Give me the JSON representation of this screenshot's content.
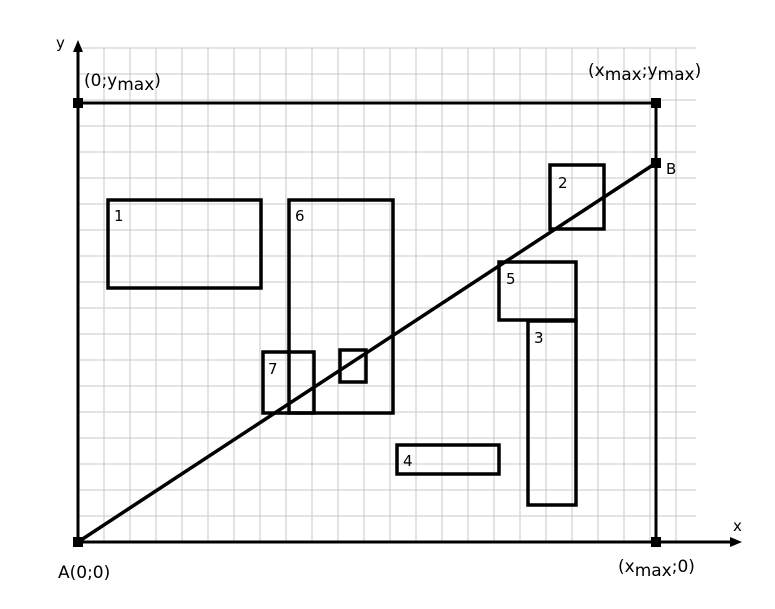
{
  "axes": {
    "x_label": "x",
    "y_label": "y"
  },
  "corners": {
    "top_left": "(0;y",
    "top_left_sub": "max",
    "top_left_end": ")",
    "top_right": "(x",
    "top_right_sub1": "max",
    "top_right_mid": ";y",
    "top_right_sub2": "max",
    "top_right_end": ")",
    "bottom_right": "(x",
    "bottom_right_sub": "max",
    "bottom_right_end": ";0)",
    "origin": "A(0;0)",
    "endpoint_b": "B"
  },
  "rectangles": [
    {
      "label": "1"
    },
    {
      "label": "2"
    },
    {
      "label": "3"
    },
    {
      "label": "4"
    },
    {
      "label": "5"
    },
    {
      "label": "6"
    },
    {
      "label": "7"
    },
    {
      "label": ""
    }
  ]
}
